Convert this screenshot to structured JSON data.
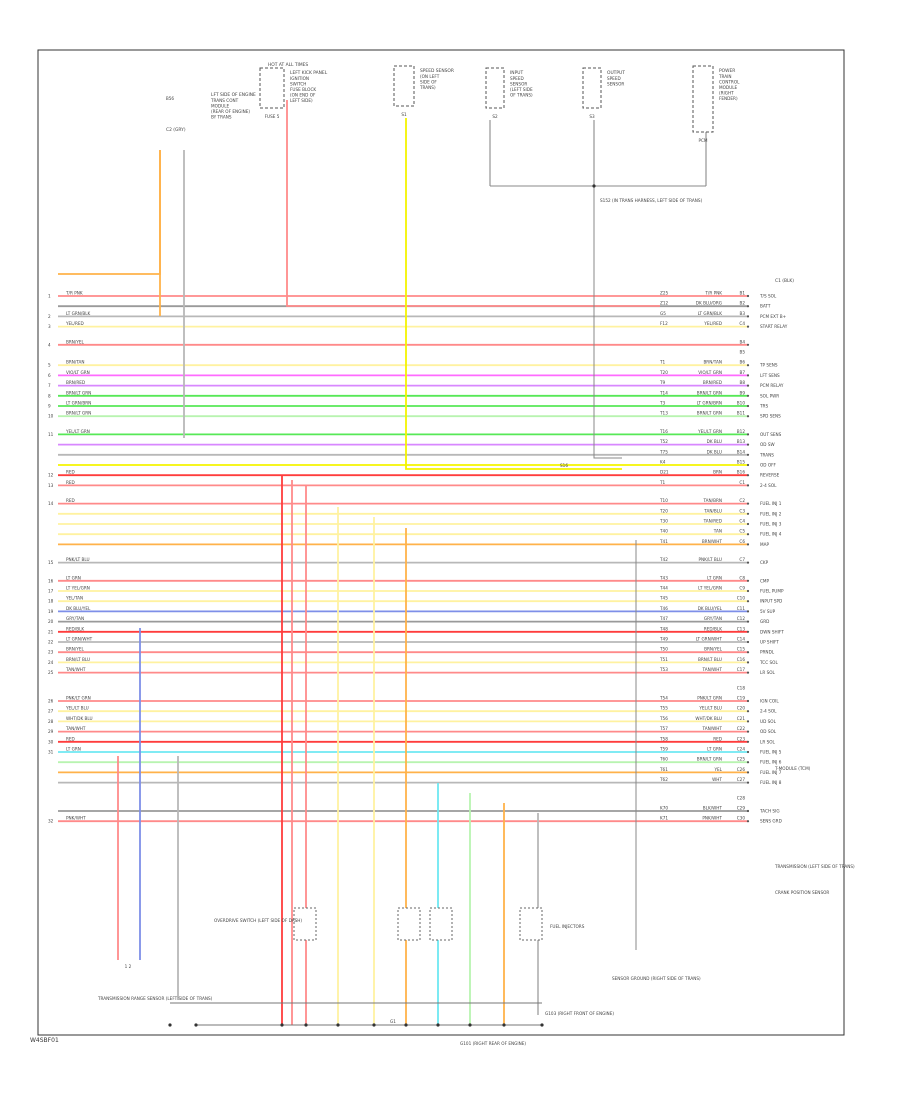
{
  "footer_code": "W4SBF01",
  "wire_colors": {
    "pink": "#ff8a8a",
    "red": "#ff3c3c",
    "yellow": "#f4f400",
    "lightyellow": "#fff2a0",
    "orange": "#ffb24a",
    "green": "#57e857",
    "lightgreen": "#b8f4b0",
    "magenta": "#ff6bff",
    "violet": "#d888ff",
    "blue": "#7e8fe8",
    "cyan": "#6ee8f2",
    "gray": "#b8b8b8",
    "black": "#9a9a9a"
  },
  "harness_rows": [
    {
      "left_pin": "1",
      "left_label": "T/R PNK",
      "code": "Z25",
      "right_label": "T/R PNK",
      "right_pin": "B1",
      "function": "T/S SOL",
      "color": "pink"
    },
    {
      "left_pin": "",
      "left_label": "",
      "code": "Z12",
      "right_label": "DK BLU/ORG",
      "right_pin": "B2",
      "function": "BATT",
      "color": "black"
    },
    {
      "left_pin": "2",
      "left_label": "LT GRN/BLK",
      "code": "G5",
      "right_label": "LT GRN/BLK",
      "right_pin": "B3",
      "function": "PCM EXT B+",
      "color": "gray"
    },
    {
      "left_pin": "3",
      "left_label": "YEL/RED",
      "code": "F12",
      "right_label": "YEL/RED",
      "right_pin": "C4",
      "function": "START RELAY",
      "color": "lightyellow"
    },
    {
      "left_pin": "4",
      "left_label": "BRN/YEL",
      "code": "",
      "right_label": "",
      "right_pin": "B4",
      "function": "",
      "color": "pink"
    },
    {
      "left_pin": "",
      "left_label": "",
      "code": "",
      "right_label": "",
      "right_pin": "B5",
      "function": "",
      "color": "none"
    },
    {
      "left_pin": "5",
      "left_label": "BRN/TAN",
      "code": "T1",
      "right_label": "BRN/TAN",
      "right_pin": "B6",
      "function": "TP SENS",
      "color": "lightyellow"
    },
    {
      "left_pin": "6",
      "left_label": "VIO/LT GRN",
      "code": "T20",
      "right_label": "VIO/LT GRN",
      "right_pin": "B7",
      "function": "LFT SENS",
      "color": "magenta"
    },
    {
      "left_pin": "7",
      "left_label": "BRN/RED",
      "code": "T9",
      "right_label": "BRN/RED",
      "right_pin": "B8",
      "function": "PCM RELAY",
      "color": "violet"
    },
    {
      "left_pin": "8",
      "left_label": "BRN/LT GRN",
      "code": "T14",
      "right_label": "BRN/LT GRN",
      "right_pin": "B9",
      "function": "SOL PWR",
      "color": "green"
    },
    {
      "left_pin": "9",
      "left_label": "LT GRN/BRN",
      "code": "T3",
      "right_label": "LT GRN/BRN",
      "right_pin": "B10",
      "function": "TRS",
      "color": "green"
    },
    {
      "left_pin": "10",
      "left_label": "BRN/LT GRN",
      "code": "T13",
      "right_label": "BRN/LT GRN",
      "right_pin": "B11",
      "function": "SPD SENS",
      "color": "lightgreen"
    },
    {
      "left_pin": "11",
      "left_label": "YEL/LT GRN",
      "code": "T16",
      "right_label": "YEL/LT GRN",
      "right_pin": "B12",
      "function": "OUT SENS",
      "color": "green"
    },
    {
      "left_pin": "",
      "left_label": "",
      "code": "T52",
      "right_label": "DK BLU",
      "right_pin": "B13",
      "function": "OD SW",
      "color": "violet"
    },
    {
      "left_pin": "",
      "left_label": "",
      "code": "T75",
      "right_label": "DK BLU",
      "right_pin": "B14",
      "function": "TRANS",
      "color": "gray"
    },
    {
      "left_pin": "",
      "left_label": "",
      "code": "K4",
      "right_label": "",
      "right_pin": "B15",
      "function": "OD OFF",
      "color": "yellow"
    },
    {
      "left_pin": "12",
      "left_label": "RED",
      "code": "D21",
      "right_label": "BRN",
      "right_pin": "B16",
      "function": "REVERSE",
      "color": "red"
    },
    {
      "left_pin": "13",
      "left_label": "RED",
      "code": "T1",
      "right_label": "",
      "right_pin": "C1",
      "function": "2-4 SOL",
      "color": "pink"
    },
    {
      "left_pin": "14",
      "left_label": "RED",
      "code": "T10",
      "right_label": "TAN/BRN",
      "right_pin": "C2",
      "function": "FUEL INJ 1",
      "color": "pink"
    },
    {
      "left_pin": "",
      "left_label": "",
      "code": "T20",
      "right_label": "TAN/BLU",
      "right_pin": "C3",
      "function": "FUEL INJ 2",
      "color": "lightyellow"
    },
    {
      "left_pin": "",
      "left_label": "",
      "code": "T30",
      "right_label": "TAN/RED",
      "right_pin": "C4",
      "function": "FUEL INJ 3",
      "color": "lightyellow"
    },
    {
      "left_pin": "",
      "left_label": "",
      "code": "T40",
      "right_label": "TAN",
      "right_pin": "C5",
      "function": "FUEL INJ 4",
      "color": "lightyellow"
    },
    {
      "left_pin": "",
      "left_label": "",
      "code": "T41",
      "right_label": "BRN/WHT",
      "right_pin": "C6",
      "function": "MAP",
      "color": "orange"
    },
    {
      "left_pin": "15",
      "left_label": "PNK/LT BLU",
      "code": "T42",
      "right_label": "PNK/LT BLU",
      "right_pin": "C7",
      "function": "CKP",
      "color": "gray"
    },
    {
      "left_pin": "16",
      "left_label": "LT GRN",
      "code": "T43",
      "right_label": "LT GRN",
      "right_pin": "C8",
      "function": "CMP",
      "color": "pink"
    },
    {
      "left_pin": "17",
      "left_label": "LT YEL/GRN",
      "code": "T44",
      "right_label": "LT YEL/GRN",
      "right_pin": "C9",
      "function": "FUEL PUMP",
      "color": "lightyellow"
    },
    {
      "left_pin": "18",
      "left_label": "YEL/TAN",
      "code": "T45",
      "right_label": "",
      "right_pin": "C10",
      "function": "INPUT SPD",
      "color": "lightyellow"
    },
    {
      "left_pin": "19",
      "left_label": "DK BLU/YEL",
      "code": "T46",
      "right_label": "DK BLU/YEL",
      "right_pin": "C11",
      "function": "5V SUP",
      "color": "blue"
    },
    {
      "left_pin": "20",
      "left_label": "GRY/TAN",
      "code": "T47",
      "right_label": "GRY/TAN",
      "right_pin": "C12",
      "function": "GRD",
      "color": "black"
    },
    {
      "left_pin": "21",
      "left_label": "RED/BLK",
      "code": "T48",
      "right_label": "RED/BLK",
      "right_pin": "C13",
      "function": "DWN SHIFT",
      "color": "red"
    },
    {
      "left_pin": "22",
      "left_label": "LT GRN/WHT",
      "code": "T49",
      "right_label": "LT GRN/WHT",
      "right_pin": "C14",
      "function": "UP SHIFT",
      "color": "gray"
    },
    {
      "left_pin": "23",
      "left_label": "BRN/YEL",
      "code": "T50",
      "right_label": "BRN/YEL",
      "right_pin": "C15",
      "function": "PRNDL",
      "color": "pink"
    },
    {
      "left_pin": "24",
      "left_label": "BRN/LT BLU",
      "code": "T51",
      "right_label": "BRN/LT BLU",
      "right_pin": "C16",
      "function": "TCC SOL",
      "color": "lightyellow"
    },
    {
      "left_pin": "25",
      "left_label": "TAN/WHT",
      "code": "T53",
      "right_label": "TAN/WHT",
      "right_pin": "C17",
      "function": "LR SOL",
      "color": "pink"
    },
    {
      "left_pin": "",
      "left_label": "",
      "code": "",
      "right_label": "",
      "right_pin": "C18",
      "function": "",
      "color": "none"
    },
    {
      "left_pin": "26",
      "left_label": "PNK/LT GRN",
      "code": "T54",
      "right_label": "PNK/LT GRN",
      "right_pin": "C19",
      "function": "IGN COIL",
      "color": "pink"
    },
    {
      "left_pin": "27",
      "left_label": "YEL/LT BLU",
      "code": "T55",
      "right_label": "YEL/LT BLU",
      "right_pin": "C20",
      "function": "2-4 SOL",
      "color": "lightyellow"
    },
    {
      "left_pin": "28",
      "left_label": "WHT/DK BLU",
      "code": "T56",
      "right_label": "WHT/DK BLU",
      "right_pin": "C21",
      "function": "UD SOL",
      "color": "lightyellow"
    },
    {
      "left_pin": "29",
      "left_label": "TAN/WHT",
      "code": "T57",
      "right_label": "TAN/WHT",
      "right_pin": "C22",
      "function": "OD SOL",
      "color": "pink"
    },
    {
      "left_pin": "30",
      "left_label": "RED",
      "code": "T58",
      "right_label": "RED",
      "right_pin": "C23",
      "function": "LR SOL",
      "color": "red"
    },
    {
      "left_pin": "31",
      "left_label": "LT GRN",
      "code": "T59",
      "right_label": "LT GRN",
      "right_pin": "C24",
      "function": "FUEL INJ 5",
      "color": "cyan"
    },
    {
      "left_pin": "",
      "left_label": "",
      "code": "T60",
      "right_label": "BRN/LT GRN",
      "right_pin": "C25",
      "function": "FUEL INJ 6",
      "color": "lightgreen"
    },
    {
      "left_pin": "",
      "left_label": "",
      "code": "T61",
      "right_label": "YEL",
      "right_pin": "C26",
      "function": "FUEL INJ 7",
      "color": "orange"
    },
    {
      "left_pin": "",
      "left_label": "",
      "code": "T62",
      "right_label": "WHT",
      "right_pin": "C27",
      "function": "FUEL INJ 8",
      "color": "gray"
    },
    {
      "left_pin": "",
      "left_label": "",
      "code": "",
      "right_label": "",
      "right_pin": "C28",
      "function": "",
      "color": "none"
    },
    {
      "left_pin": "",
      "left_label": "",
      "code": "K70",
      "right_label": "BLK/WHT",
      "right_pin": "C29",
      "function": "TACH SIG",
      "color": "black"
    },
    {
      "left_pin": "32",
      "left_label": "PNK/WHT",
      "code": "K71",
      "right_label": "PNK/WHT",
      "right_pin": "C30",
      "function": "SENS GRD",
      "color": "pink"
    }
  ],
  "top_components": [
    {
      "id": "tcm",
      "title": "LFT SIDE OF ENGINE",
      "lines": [
        "TRANS CONT",
        "MODULE",
        "(REAR OF ENGINE)",
        "BY TRANS"
      ],
      "code": "B56"
    },
    {
      "id": "fuse",
      "title": "LEFT KICK PANEL",
      "lines": [
        "IGNITION",
        "SWITCH",
        "FUSE BLOCK",
        "(ON END OF",
        "LEFT SIDE)"
      ],
      "code": "FUSE 5"
    },
    {
      "id": "speed",
      "title": "SPEED SENSOR",
      "lines": [
        "(ON LEFT",
        "SIDE OF",
        "TRANS)"
      ],
      "code": "S1"
    },
    {
      "id": "input",
      "title": "INPUT",
      "lines": [
        "SPEED",
        "SENSOR",
        "(LEFT SIDE",
        "OF TRANS)"
      ],
      "code": "S2"
    },
    {
      "id": "output",
      "title": "OUTPUT",
      "lines": [
        "SPEED",
        "SENSOR"
      ],
      "code": "S3"
    },
    {
      "id": "pcm",
      "title": "POWER",
      "lines": [
        "TRAIN",
        "CONTROL",
        "MODULE",
        "(RIGHT",
        "FENDER)"
      ],
      "code": "PCM"
    }
  ],
  "top_notes": {
    "splice": "S152 (IN TRANS HARNESS, LEFT SIDE OF TRANS)",
    "pcm_connector": "C1 (BLK)",
    "tcm_connector": "C2 (GRY)",
    "ignition_label": "HOT AT ALL TIMES"
  },
  "bottom_components": [
    {
      "id": "trs",
      "label": "TRANSMISSION RANGE SENSOR (LEFT SIDE OF TRANS)"
    },
    {
      "id": "sw",
      "label": "OVERDRIVE SWITCH (LEFT SIDE OF DASH)"
    },
    {
      "id": "injectors",
      "label": "FUEL INJECTORS"
    },
    {
      "id": "ground_g1",
      "label": "G101 (RIGHT REAR OF ENGINE)"
    },
    {
      "id": "ground_g2",
      "label": "G103 (RIGHT FRONT OF ENGINE)"
    }
  ],
  "right_notes": {
    "transmission_label": "TRANSMISSION (LEFT SIDE OF TRANS)",
    "sensor_ground": "SENSOR GROUND (RIGHT SIDE OF TRANS)",
    "crank_sensor": "CRANK POSITION SENSOR",
    "tcm_label": "T-MODULE (TCM)"
  },
  "connector_codes": {
    "ground_bus": "G1",
    "sw_pins": "1 2",
    "sens_code": "S16"
  }
}
